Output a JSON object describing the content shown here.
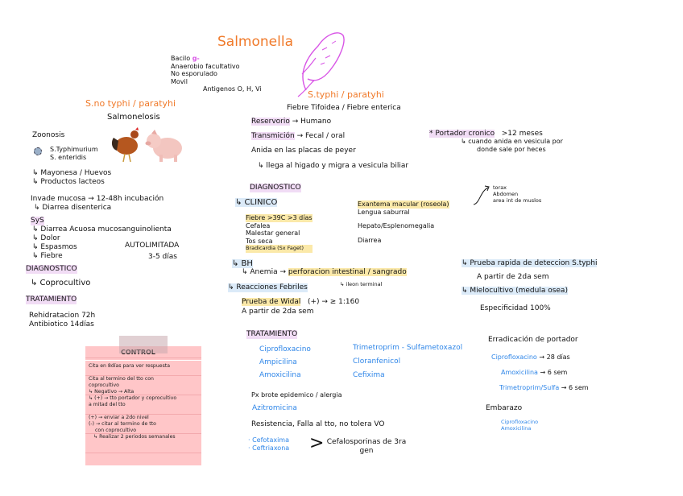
{
  "title": "Salmonella",
  "general": {
    "lines": [
      "Bacilo",
      "Anaerobio facultativo",
      "No esporulado",
      "Movil"
    ],
    "gram": "g-",
    "antigens": "Antigenos O, H, Vi"
  },
  "left": {
    "heading": "S.no typhi / paratyhi",
    "subtitle": "Salmonelosis",
    "zoonosis_label": "Zoonosis",
    "species": [
      "S.Typhimurium",
      "S. enteridis"
    ],
    "sources": [
      "↳ Mayonesa / Huevos",
      "↳ Productos lacteos"
    ],
    "invade": "Invade mucosa → 12-48h incubación",
    "invade_sub": "↳ Diarrea disenterica",
    "syg_label": "SyS",
    "syg_items": [
      "↳ Diarrea Acuosa mucosanguinolienta",
      "↳ Dolor",
      "↳ Espasmos",
      "↳ Fiebre"
    ],
    "autolimitada": "AUTOLIMITADA",
    "duration": "3-5 días",
    "diagnostico_label": "DIAGNOSTICO",
    "diagnostico_item": "↳ Coprocultivo",
    "tratamiento_label": "TRATAMIENTO",
    "tratamiento_items": [
      "Rehidratacion 72h",
      "Antibiotico 14días"
    ]
  },
  "control": {
    "title": "CONTROL",
    "lines": [
      "Cita en 8días para ver respuesta",
      "",
      "Cita al termino del tto con",
      "coprocultivo",
      "↳ Negativo → Alta",
      "↳ (+) → tto portador y coprocultivo",
      "a mitad del tto",
      "",
      "(+) → enviar a 2do nivel",
      "(-) → citar al termino de tto",
      "con coprocultivo",
      "↳ Realizar 2 periodos semanales"
    ]
  },
  "right": {
    "heading": "S.typhi / paratyhi",
    "subtitle": "Fiebre Tifoidea / Fiebre enterica",
    "reservorio_label": "Reservorio",
    "reservorio_value": "→ Humano",
    "transmision_label": "Transmición",
    "transmision_value": "→ Fecal / oral",
    "anida": "Anida en las placas de peyer",
    "anida_sub": "↳ llega al higado y migra a vesicula biliar",
    "portador_label": "* Portador cronico",
    "portador_value": ">12 meses",
    "portador_sub1": "↳ cuando anida en vesicula por",
    "portador_sub2": "donde sale por heces",
    "diagnostico_label": "DIAGNOSTICO",
    "clinico_label": "↳ CLINICO",
    "clinico_items": [
      "Fiebre >39C >3 días",
      "Cefalea",
      "Malestar general",
      "Tos seca",
      "Bradicardia (Sx Faget)"
    ],
    "clinico_items2": [
      "Exantema macular (roseola)",
      "Lengua saburral",
      "Hepato/Esplenomegalia",
      "Diarrea"
    ],
    "exantema_sites": [
      "torax",
      "Abdomen",
      "area int de muslos"
    ],
    "bh_label": "↳ BH",
    "bh_item": "↳ Anemia →",
    "bh_complication": "perforacion intestinal / sangrado",
    "bh_sub": "↳ ileon terminal",
    "reacciones_label": "↳ Reacciones Febriles",
    "widal_label": "Prueba de Widal",
    "widal_value": "(+) → ≥ 1:160",
    "widal_sub": "A partir de 2da sem",
    "rapida_label": "↳ Prueba rapida de deteccion S.typhi",
    "rapida_sub": "A partir de 2da sem",
    "mielo_label": "↳ Mielocultivo (medula osea)",
    "mielo_sub": "Especificidad 100%",
    "tratamiento_label": "TRATAMIENTO",
    "drugs_col1": [
      "Ciprofloxacino",
      "Ampicilina",
      "Amoxicilina"
    ],
    "drugs_col2": [
      "Trimetroprim - Sulfametoxazol",
      "Cloranfenicol",
      "Cefixima"
    ],
    "brote": "Px brote epidemico / alergia",
    "azitro": "Azitromicina",
    "resistencia": "Resistencia, Falla al tto, no tolera VO",
    "cefalos": [
      "· Cefotaxima",
      "· Ceftriaxona"
    ],
    "cefalos_group": "Cefalosporinas de 3ra gen",
    "erradicacion_label": "Erradicación de portador",
    "erradicacion": [
      {
        "drug": "Ciprofloxacino",
        "dur": "→ 28 días"
      },
      {
        "drug": "Amoxicilina",
        "dur": "→ 6 sem"
      },
      {
        "drug": "Trimetroprim/Sulfa",
        "dur": "→ 6 sem"
      }
    ],
    "embarazo_label": "Embarazo",
    "embarazo_items": [
      "Ciprofloxacino",
      "Amoxicilina"
    ]
  },
  "colors": {
    "orange": "#f07a2a",
    "blue_ink": "#2f86e8",
    "pink_ink": "#d855e6",
    "lilac_highlight": "#f1dcf5",
    "yellow_highlight": "#fbe9a9",
    "blue_highlight": "#dbeaf8",
    "note_pink": "#ffc6c8"
  }
}
